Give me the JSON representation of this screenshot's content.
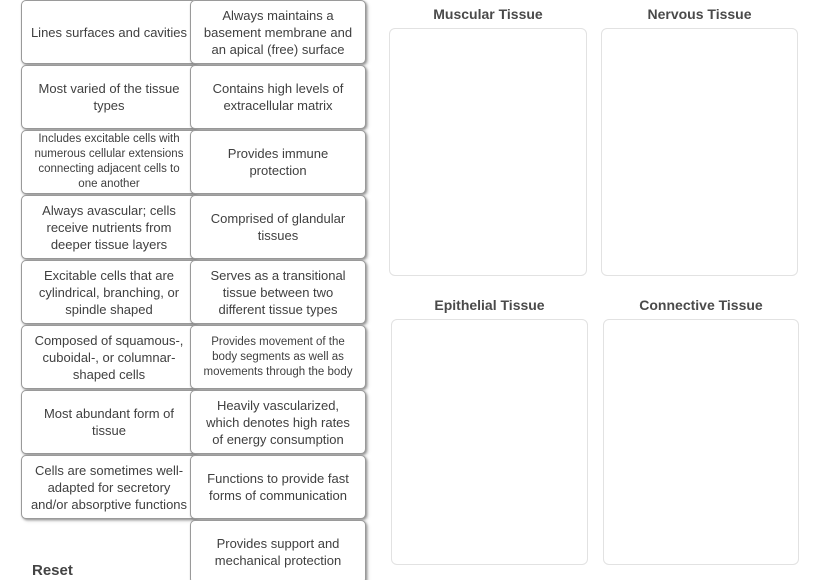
{
  "tiles": {
    "column_left": [
      {
        "text": "Lines surfaces and cavities",
        "size": "normal",
        "height": "h64"
      },
      {
        "text": "Most varied of the tissue types",
        "size": "normal",
        "height": "h64"
      },
      {
        "text": "Includes excitable cells with numerous cellular extensions connecting adjacent cells to one another",
        "size": "small",
        "height": "h64"
      },
      {
        "text": "Always avascular; cells receive nutrients from deeper tissue layers",
        "size": "normal",
        "height": "h64"
      },
      {
        "text": "Excitable cells that are cylindrical, branching, or spindle shaped",
        "size": "normal",
        "height": "h64"
      },
      {
        "text": "Composed of squamous-, cuboidal-, or columnar-shaped cells",
        "size": "normal",
        "height": "h64"
      },
      {
        "text": "Most abundant form of tissue",
        "size": "normal",
        "height": "h64"
      },
      {
        "text": "Cells are sometimes well-adapted for secretory and/or absorptive functions",
        "size": "normal",
        "height": "h64"
      }
    ],
    "column_right": [
      {
        "text": "Always maintains a basement membrane and an apical (free) surface",
        "size": "normal",
        "height": "h64"
      },
      {
        "text": "Contains high levels of extracellular matrix",
        "size": "normal",
        "height": "h64"
      },
      {
        "text": "Provides immune protection",
        "size": "normal",
        "height": "h64"
      },
      {
        "text": "Comprised of glandular tissues",
        "size": "normal",
        "height": "h64"
      },
      {
        "text": "Serves as a transitional tissue between two different tissue types",
        "size": "normal",
        "height": "h64"
      },
      {
        "text": "Provides movement of the body segments as well as movements through the body",
        "size": "small",
        "height": "h64"
      },
      {
        "text": "Heavily vascularized, which denotes high rates of energy consumption",
        "size": "normal",
        "height": "h64"
      },
      {
        "text": "Functions to provide fast forms of communication",
        "size": "normal",
        "height": "h64"
      },
      {
        "text": "Provides support and mechanical protection",
        "size": "normal",
        "height": "h64"
      }
    ]
  },
  "reset": {
    "label": "Reset"
  },
  "zones": [
    {
      "key": "muscular",
      "title": "Muscular Tissue",
      "items": []
    },
    {
      "key": "nervous",
      "title": "Nervous Tissue",
      "items": []
    },
    {
      "key": "epithelial",
      "title": "Epithelial Tissue",
      "items": []
    },
    {
      "key": "connective",
      "title": "Connective Tissue",
      "items": []
    }
  ],
  "colors": {
    "tile_border": "#9a9a9a",
    "tile_text": "#404040",
    "zone_border": "#e2e2e2",
    "zone_title": "#4a4a4a",
    "background": "#ffffff"
  }
}
